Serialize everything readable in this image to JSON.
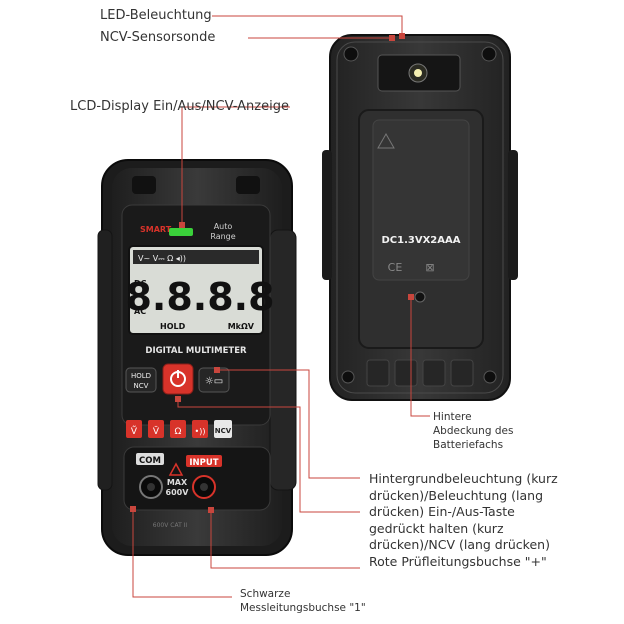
{
  "labels": {
    "led": "LED-Beleuchtung",
    "ncv_probe": "NCV-Sensorsonde",
    "lcd": "LCD-Display Ein/Aus/NCV-Anzeige",
    "back_cover": [
      "Hintere",
      "Abdeckung des",
      "Batteriefachs"
    ],
    "right_block": [
      "Hintergrundbeleuchtung (kurz",
      "drücken)/Beleuchtung (lang",
      "drücken) Ein-/Aus-Taste",
      "gedrückt halten (kurz",
      "drücken)/NCV (lang drücken)",
      "Rote Prüfleitungsbuchse \"+\""
    ],
    "black_jack": [
      "Schwarze",
      "Messleitungsbuchse \"1\""
    ]
  },
  "front": {
    "brand": "SMART",
    "auto": "Auto",
    "range": "Range",
    "digits": "8.8.8.8",
    "dc": "DC",
    "ac": "AC",
    "hold": "HOLD",
    "units": "MkΩV",
    "model": "DIGITAL MULTIMETER",
    "hold_btn": [
      "HOLD",
      "NCV"
    ],
    "ncv_btn": "NCV",
    "com": "COM",
    "input": "INPUT",
    "max": [
      "MAX",
      "600V"
    ],
    "cat": "600V CAT II"
  },
  "back": {
    "battery": "DC1.3VX2AAA"
  },
  "colors": {
    "accent": "#d8332a",
    "body": "#2a2a2a",
    "lcd": "#d9dcd6",
    "led": "#3ad13a"
  }
}
